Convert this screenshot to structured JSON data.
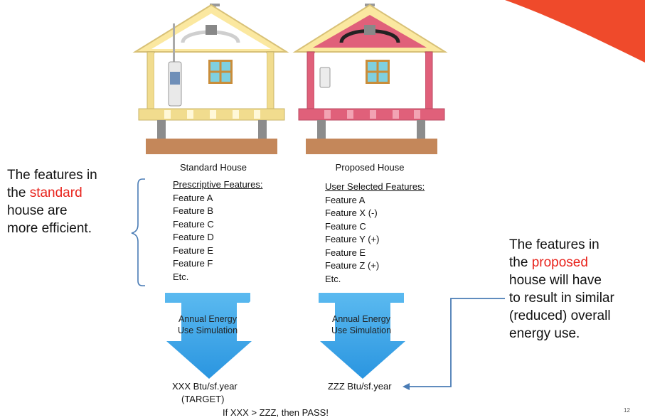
{
  "standard": {
    "caption": "Standard House",
    "heading": "Prescriptive Features:",
    "features": [
      "Feature A",
      "Feature B",
      "Feature C",
      "Feature D",
      "Feature E",
      "Feature F",
      "Etc."
    ],
    "sim_line1": "Annual Energy",
    "sim_line2": "Use Simulation",
    "result": "XXX Btu/sf.year",
    "result_note": "(TARGET)"
  },
  "proposed": {
    "caption": "Proposed House",
    "heading": "User Selected Features:",
    "features": [
      "Feature A",
      "Feature X (-)",
      "Feature C",
      "Feature Y (+)",
      "Feature E",
      "Feature Z (+)",
      "Etc."
    ],
    "sim_line1": "Annual Energy",
    "sim_line2": "Use Simulation",
    "result": "ZZZ Btu/sf.year"
  },
  "pass_rule": "If XXX > ZZZ, then PASS!",
  "left_note": {
    "line1": "The features in",
    "line2_pre": "the ",
    "line2_red": "standard",
    "line3": "house are",
    "line4": "more efficient."
  },
  "right_note": {
    "line1": "The features in",
    "line2_pre": "the ",
    "line2_red": "proposed",
    "line3": "house will have",
    "line4": "to result in similar",
    "line5": "(reduced) overall",
    "line6": "energy use."
  },
  "slide_number": "12",
  "colors": {
    "accent_red": "#e8231c",
    "corner_orange": "#ef4a2b",
    "arrow_blue": "#3aa7ea",
    "bracket_blue": "#4a7cb5",
    "insulation_pink": "#e0607a",
    "wood": "#f1dc8e",
    "ground": "#c4875a",
    "window": "#7fd0e0"
  }
}
